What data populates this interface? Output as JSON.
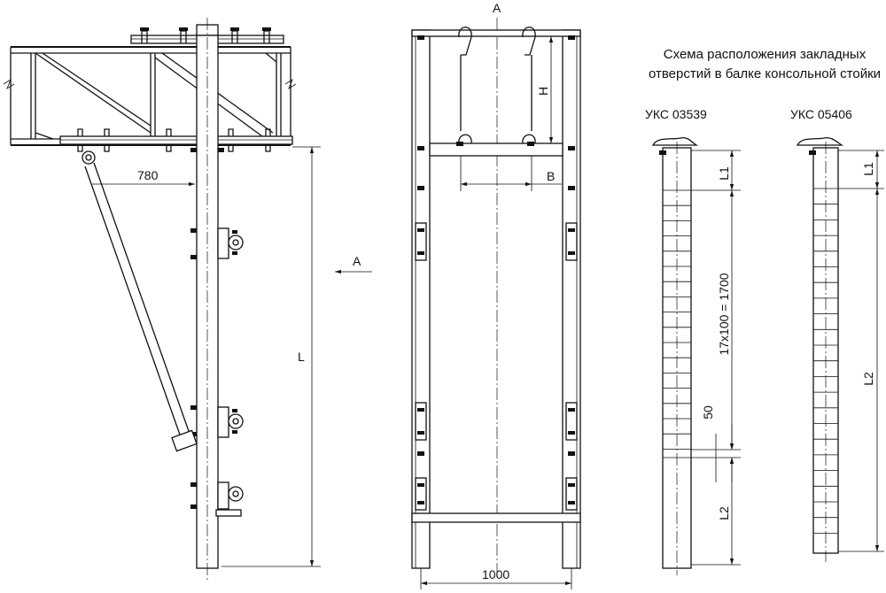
{
  "labels": {
    "dim_780": "780",
    "dim_L": "L",
    "dim_1000": "1000",
    "dim_H": "H",
    "dim_B": "B",
    "view_A_arrow": "A",
    "view_A_top": "A",
    "dim_L1_left": "L1",
    "dim_17x100": "17x100 = 1700",
    "dim_50": "50",
    "dim_L2_left": "L2",
    "dim_L1_right": "L1",
    "dim_L2_right": "L2"
  },
  "schema": {
    "title_line1": "Схема расположения закладных",
    "title_line2": "отверстий в балке консольной стойки",
    "beam_left_name": "УКС 03539",
    "beam_right_name": "УКС 05406"
  }
}
